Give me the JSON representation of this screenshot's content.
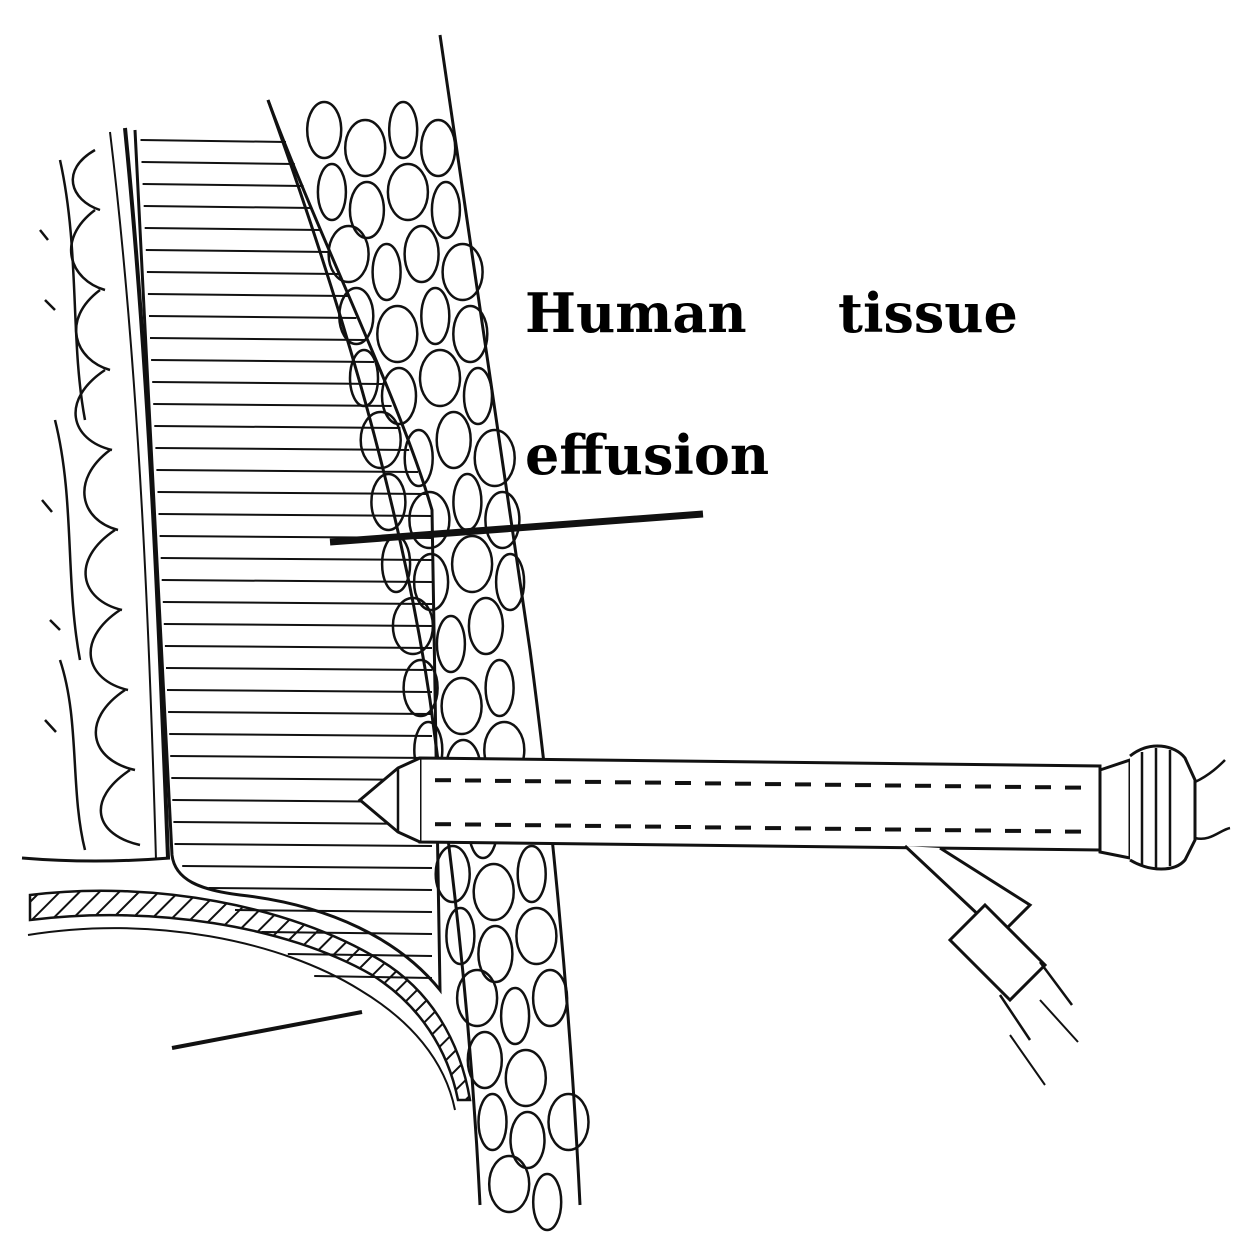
{
  "labels": {
    "word_1": "Human",
    "word_2": "tissue",
    "word_3": "effusion"
  },
  "colors": {
    "ink": "#111111",
    "background": "#ffffff"
  }
}
